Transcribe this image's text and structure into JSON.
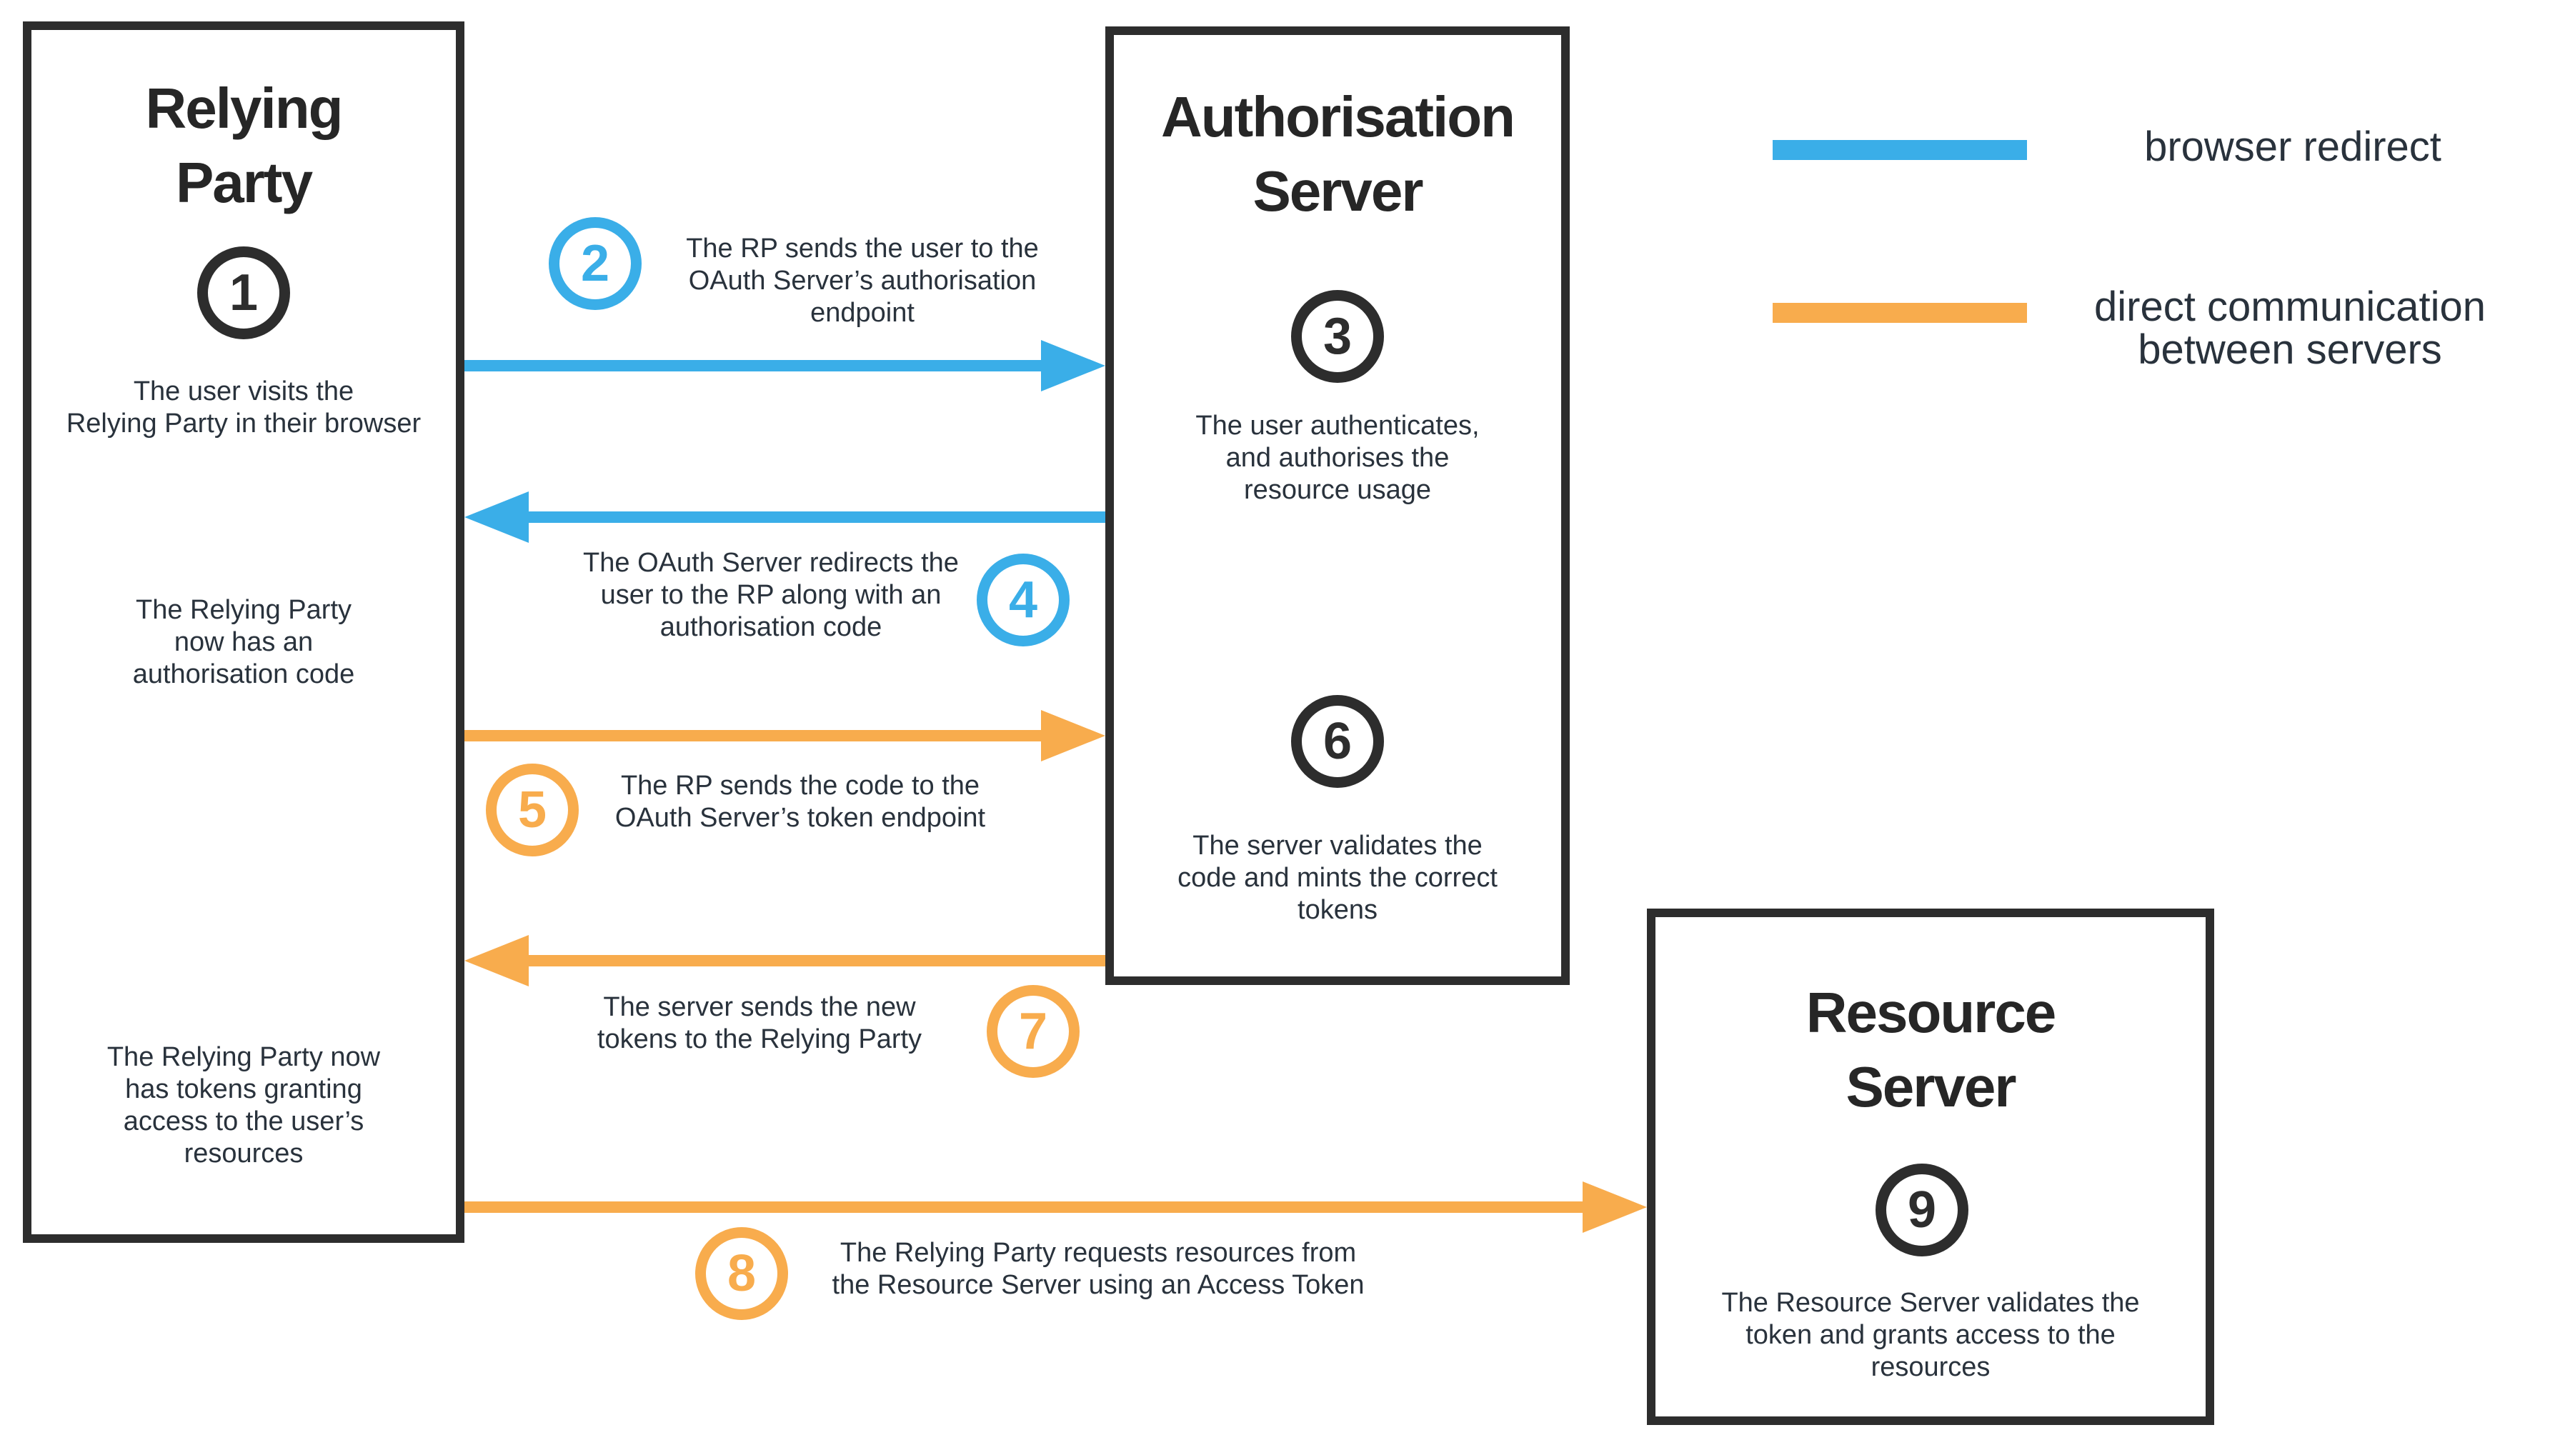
{
  "colors": {
    "browser_redirect_blue": "#3aaee8",
    "direct_communication_orange": "#f8ac4d",
    "ink_black": "#2d2d2d"
  },
  "legend": {
    "browser_redirect_label": "browser redirect",
    "direct_communication_label": "direct communication\nbetween servers"
  },
  "boxes": {
    "relying_party": {
      "title": "Relying\nParty"
    },
    "authorisation_server": {
      "title": "Authorisation\nServer"
    },
    "resource_server": {
      "title": "Resource\nServer"
    }
  },
  "steps": {
    "s1": {
      "number": "1",
      "text": "The user visits the\nRelying Party in their browser"
    },
    "s2": {
      "number": "2",
      "text": "The RP sends the user to the\nOAuth Server’s authorisation\nendpoint"
    },
    "s3": {
      "number": "3",
      "text": "The user authenticates,\nand authorises the\nresource usage"
    },
    "s4": {
      "number": "4",
      "text": "The OAuth Server redirects the\nuser to the RP along with an\nauthorisation code"
    },
    "s5": {
      "number": "5",
      "text": "The RP sends the code to the\nOAuth Server’s token endpoint"
    },
    "s6": {
      "number": "6",
      "text": "The server validates the\ncode and mints the correct\ntokens"
    },
    "s7": {
      "number": "7",
      "text": "The server sends the new\ntokens to the Relying Party"
    },
    "s8": {
      "number": "8",
      "text": "The Relying Party requests resources from\nthe Resource Server using an Access Token"
    },
    "s9": {
      "number": "9",
      "text": "The Resource Server validates the\ntoken and grants access to the\nresources"
    }
  },
  "notes": {
    "rp_has_code": "The Relying Party\nnow has an\nauthorisation code",
    "rp_has_tokens": "The Relying Party now\nhas tokens granting\naccess to the user’s\nresources"
  }
}
